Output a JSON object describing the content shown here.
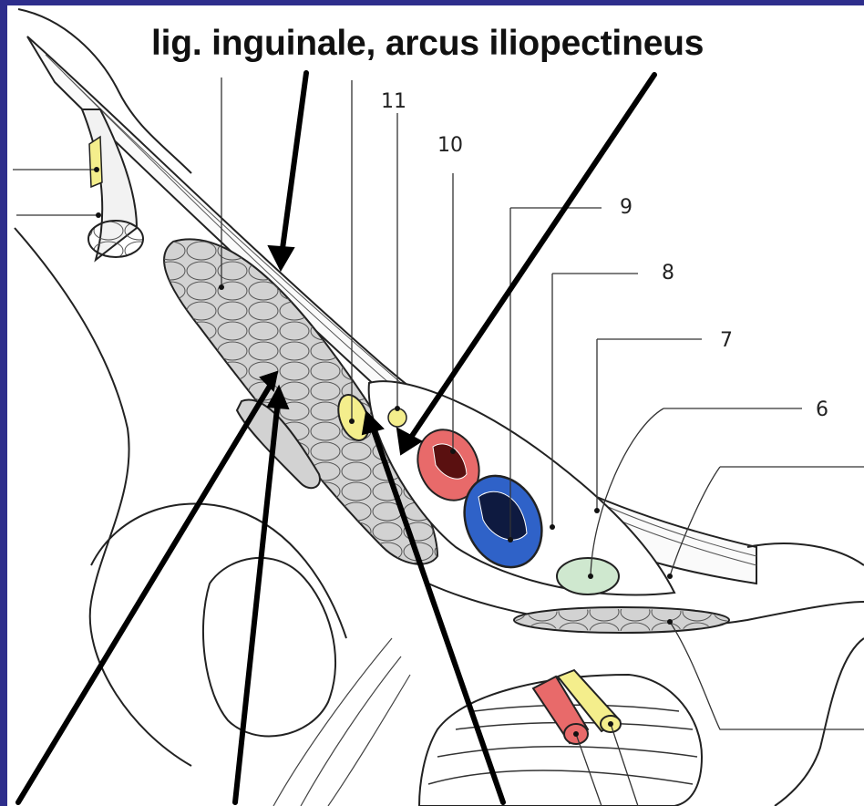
{
  "title": "lig. inguinale, arcus iliopectineus",
  "labels": {
    "n11": "11",
    "n10": "10",
    "n9": "9",
    "n8": "8",
    "n7": "7",
    "n6": "6"
  },
  "colors": {
    "frame": "#2e2e8c",
    "muscle": "#d2d2d2",
    "nerve": "#f4ee8c",
    "artery": "#e86a6a",
    "vein": "#2f62c8",
    "lymph": "#cfe8cf"
  }
}
